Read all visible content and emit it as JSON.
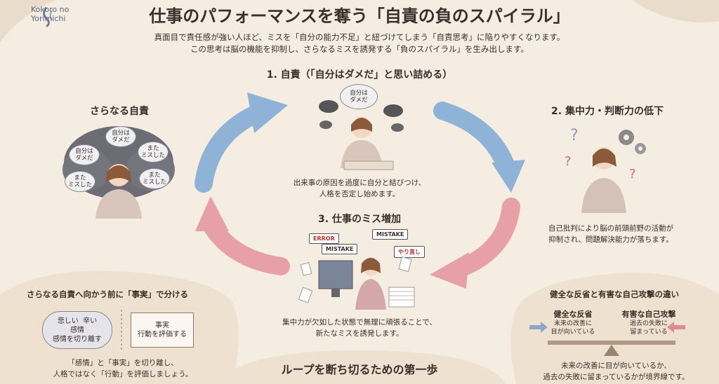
{
  "brand": {
    "line1": "Kokoro no",
    "line2": "Yorimichi"
  },
  "title": "仕事のパフォーマンスを奪う「自責の負のスパイラル」",
  "subtitle": [
    "真面目で責任感が強い人ほど、ミスを「自分の能力不足」と紐づけてしまう「自責思考」に陥りやすくなります。",
    "この思考は脳の機能を抑制し、さらなるミスを誘発する「負のスパイラル」を生み出します。"
  ],
  "step1": {
    "heading": "1. 自責（「自分はダメだ」と思い詰める）",
    "bubble": [
      "自分は",
      "ダメだ"
    ],
    "caption": [
      "出来事の原因を過度に自分と結びつけ、",
      "人格を否定し始めます。"
    ]
  },
  "step2": {
    "heading": "2. 集中力・判断力の低下",
    "caption": [
      "自己批判により脳の前頭前野の活動が",
      "抑制され、問題解決能力が落ちます。"
    ]
  },
  "step3": {
    "heading": "3. 仕事のミス増加",
    "tags": [
      "ERROR",
      "MISTAKE",
      "MISTAKE",
      "やり直し"
    ],
    "caption": [
      "集中力が欠如した状態で無理に頑張ることで、",
      "新たなミスを誘発します。"
    ]
  },
  "more_blame": {
    "heading": "さらなる自責",
    "bubbles": [
      [
        "自分は",
        "ダメだ"
      ],
      [
        "自分は",
        "ダメだ"
      ],
      [
        "また",
        "ミスした"
      ],
      [
        "また",
        "ミスした"
      ],
      [
        "また",
        "ミスした"
      ]
    ]
  },
  "left_panel": {
    "heading": "さらなる自責へ向かう前に「事実」で分ける",
    "feelings": [
      "悲しい",
      "辛い",
      "感情",
      "感情を切り離す"
    ],
    "facts": [
      "事実",
      "行動を評価する"
    ],
    "caption": [
      "「感情」と「事実」を切り離し、",
      "人格ではなく「行動」を評価しましょう。"
    ]
  },
  "right_panel": {
    "heading": "健全な反省と有害な自己攻撃の違い",
    "healthy": {
      "title": "健全な反省",
      "desc": [
        "未来の改善に",
        "目が向いている"
      ]
    },
    "harmful": {
      "title": "有害な自己攻撃",
      "desc": [
        "過去の失敗に",
        "留まっている"
      ]
    },
    "caption": [
      "未来の改善に目が向いているか、",
      "過去の失敗に留まっているかが境界線です。"
    ]
  },
  "bottom_title": "ループを断ち切るための第一歩",
  "colors": {
    "blue_arrow": "#8fb3d6",
    "red_arrow": "#e7a0a8",
    "panel": "#efe1d0"
  }
}
